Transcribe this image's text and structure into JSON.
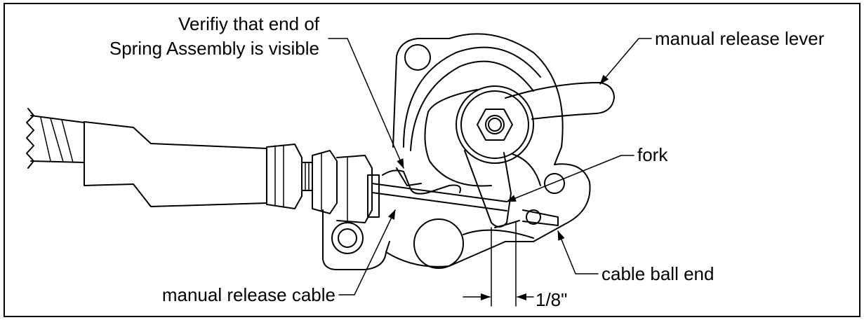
{
  "labels": {
    "spring_line1": "Verifiy that end of",
    "spring_line2": "Spring Assembly is visible",
    "lever": "manual release lever",
    "fork": "fork",
    "cable": "manual release cable",
    "ball_end": "cable ball end",
    "dimension": "1/8\""
  },
  "colors": {
    "line": "#000000",
    "background": "#ffffff"
  }
}
